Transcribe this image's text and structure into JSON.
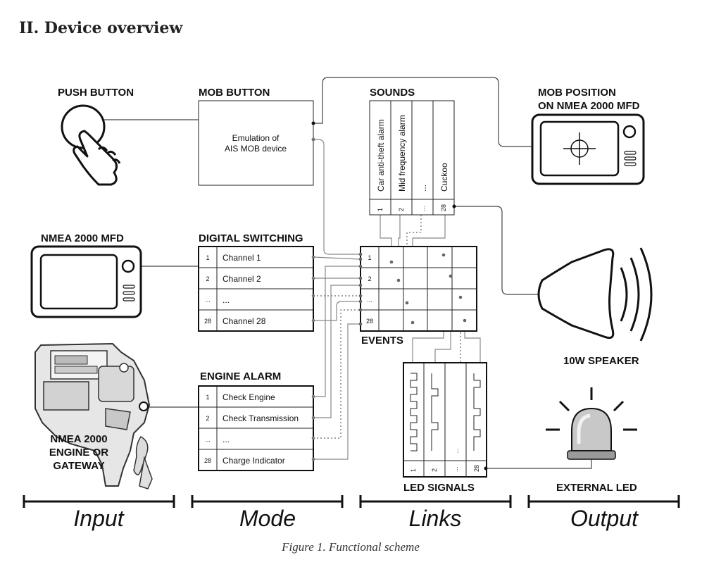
{
  "section_title": "II. Device overview",
  "caption": "Figure 1. Functional scheme",
  "labels": {
    "push_button": "PUSH BUTTON",
    "mob_button": "MOB BUTTON",
    "sounds": "SOUNDS",
    "mob_position_line1": "MOB POSITION",
    "mob_position_line2": "ON NMEA 2000 MFD",
    "nmea_mfd": "NMEA 2000 MFD",
    "digital_switching": "DIGITAL SWITCHING",
    "events": "EVENTS",
    "speaker": "10W SPEAKER",
    "engine_line1": "NMEA 2000",
    "engine_line2": "ENGINE OR",
    "engine_line3": "GATEWAY",
    "engine_alarm": "ENGINE ALARM",
    "led_signals": "LED SIGNALS",
    "external_led": "EXTERNAL LED"
  },
  "mob_box": {
    "line1": "Emulation of",
    "line2": "AIS MOB device"
  },
  "sounds": {
    "columns": [
      "Car anti-theft alarm",
      "Mid frequency alarm",
      "...",
      "Cuckoo"
    ],
    "numbers": [
      "1",
      "2",
      "...",
      "28"
    ]
  },
  "digital_switching": {
    "numbers": [
      "1",
      "2",
      "...",
      "28"
    ],
    "rows": [
      "Channel 1",
      "Channel 2",
      "...",
      "Channel 28"
    ]
  },
  "events": {
    "numbers": [
      "1",
      "2",
      "...",
      "28"
    ]
  },
  "engine_alarm": {
    "numbers": [
      "1",
      "2",
      "...",
      "28"
    ],
    "rows": [
      "Check Engine",
      "Check Transmission",
      "...",
      "Charge Indicator"
    ]
  },
  "led_signals": {
    "numbers": [
      "1",
      "2",
      "...",
      "28"
    ]
  },
  "categories": [
    "Input",
    "Mode",
    "Links",
    "Output"
  ]
}
